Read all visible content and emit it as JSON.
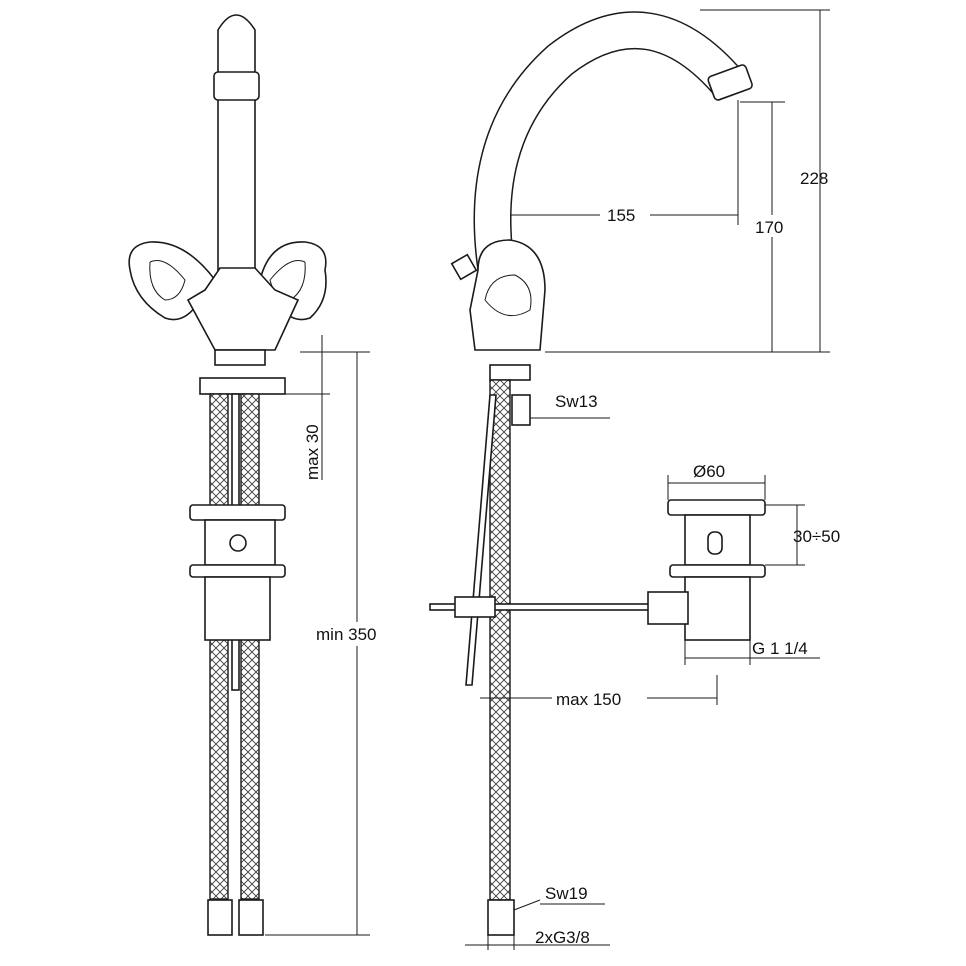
{
  "title": "Two-handle basin mixer dimension drawing",
  "dimensions": {
    "height_total": "228",
    "spout_height": "170",
    "spout_reach": "155",
    "max_deck_thickness": "max 30",
    "hose_length": "min 350",
    "nut_size_top": "Sw13",
    "waste_diameter": "Ø60",
    "waste_range": "30÷50",
    "waste_thread": "G 1 1/4",
    "rod_reach": "max 150",
    "nut_size_bottom": "Sw19",
    "hose_connection": "2xG3/8"
  }
}
